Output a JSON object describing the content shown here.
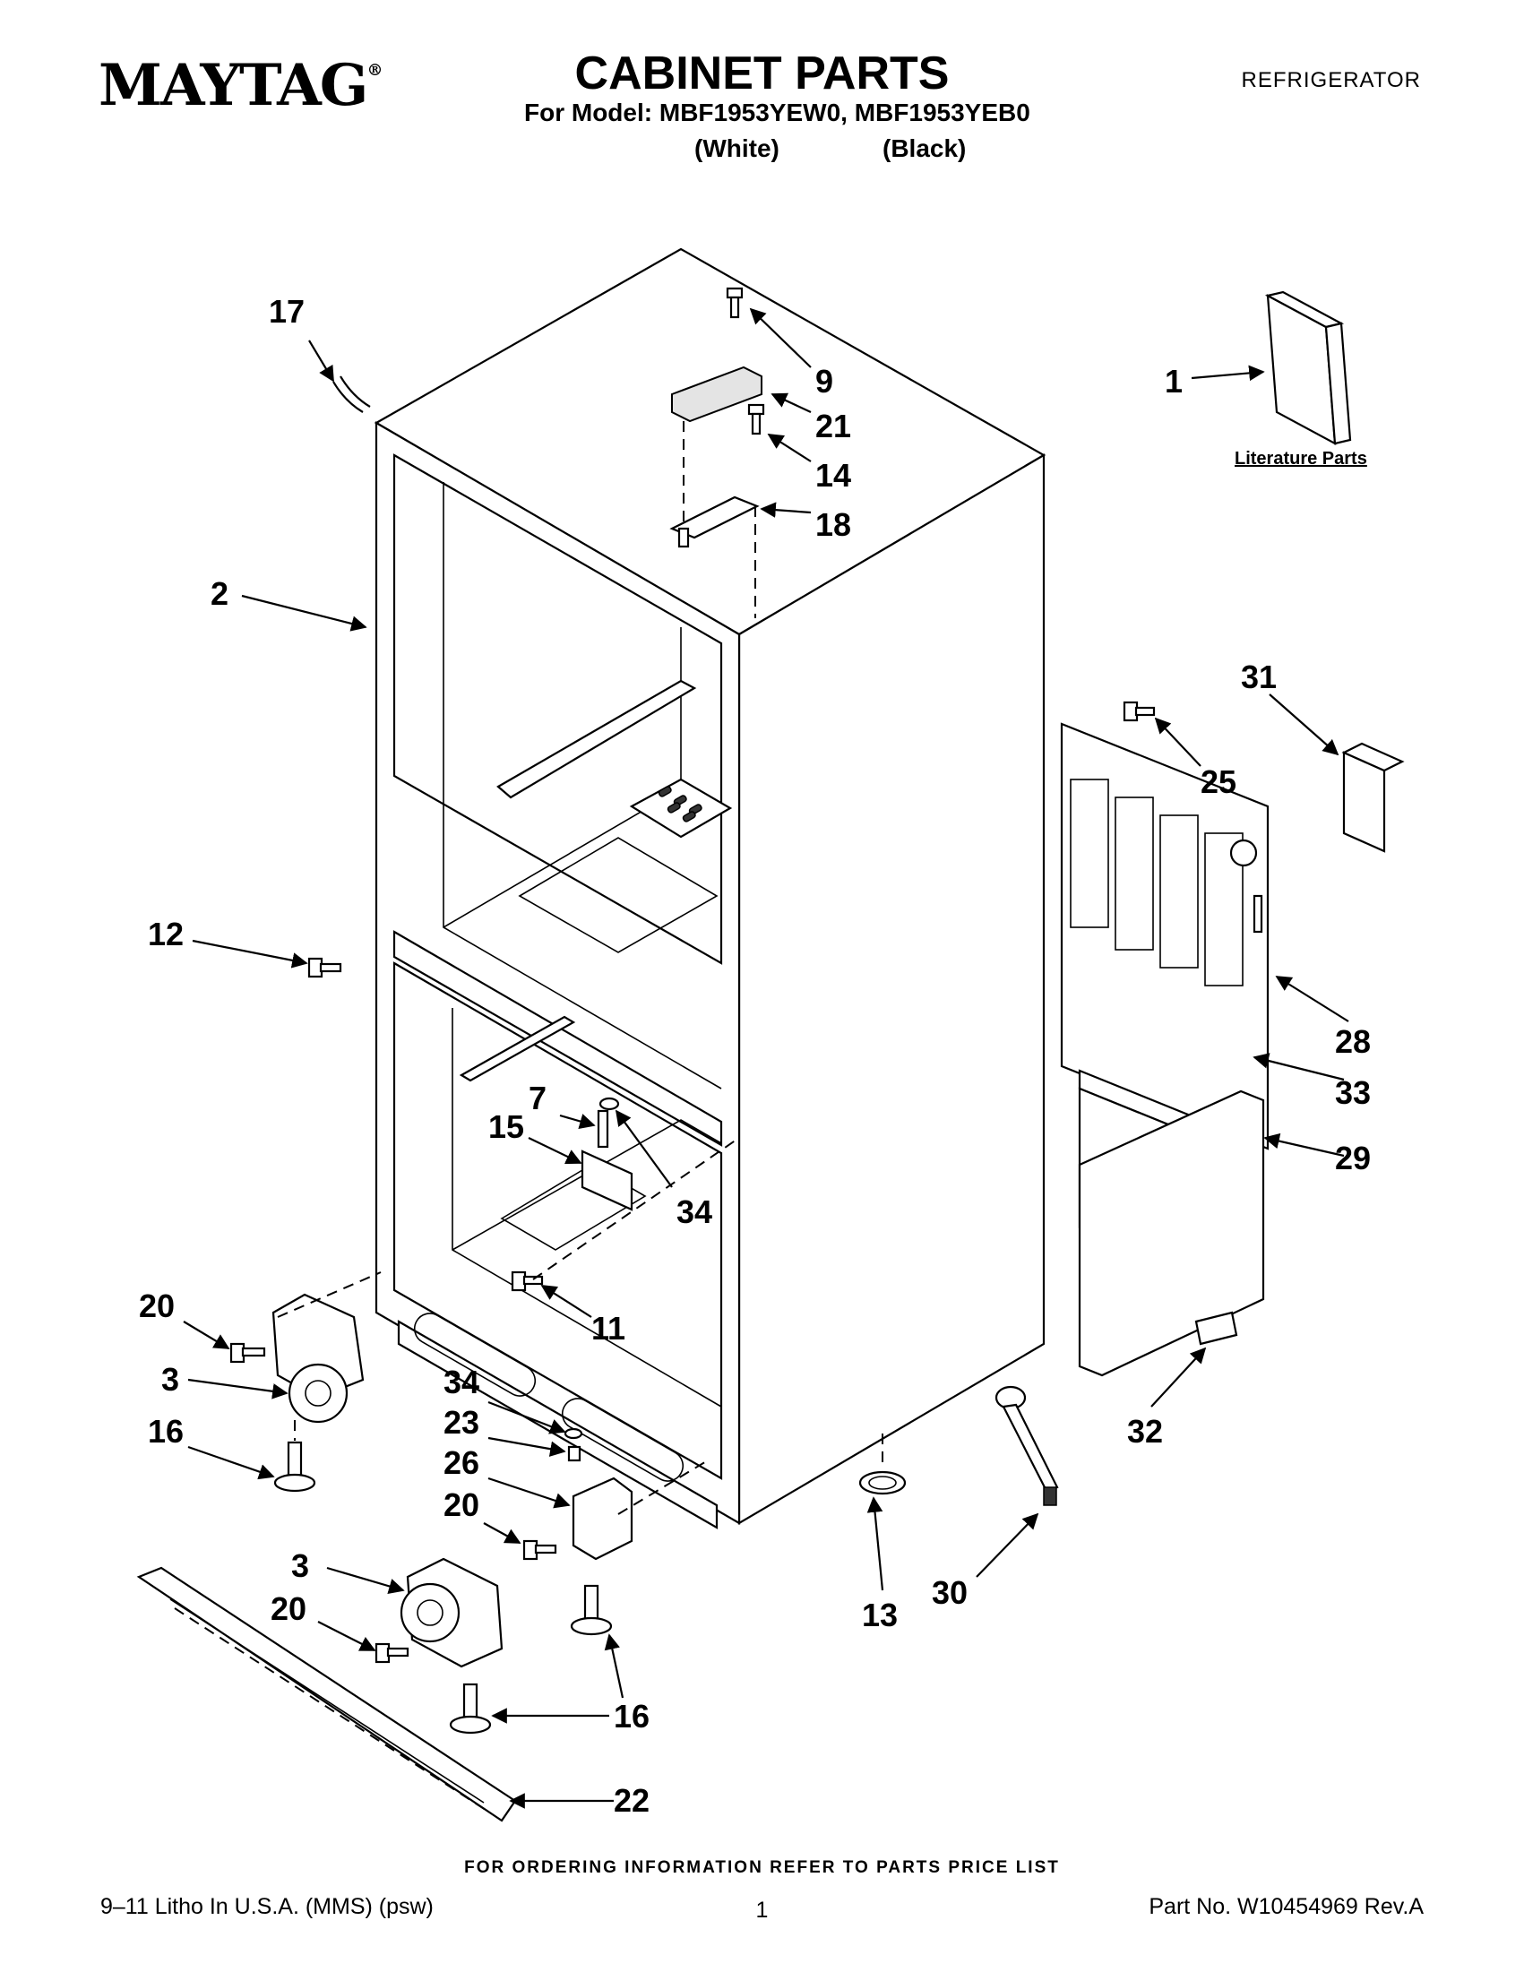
{
  "header": {
    "brand": "MAYTAG",
    "brand_mark": "®",
    "title": "CABINET PARTS",
    "category": "REFRIGERATOR",
    "model_line": "For Model: MBF1953YEW0, MBF1953YEB0",
    "variant_white": "(White)",
    "variant_black": "(Black)"
  },
  "diagram": {
    "literature_caption": "Literature Parts",
    "callouts": {
      "c17": "17",
      "c9": "9",
      "c21": "21",
      "c14": "14",
      "c18": "18",
      "c1": "1",
      "c2": "2",
      "c31": "31",
      "c25": "25",
      "c12": "12",
      "c28": "28",
      "c33": "33",
      "c7": "7",
      "c15": "15",
      "c34a": "34",
      "c29": "29",
      "c20a": "20",
      "c11": "11",
      "c3a": "3",
      "c34b": "34",
      "c23": "23",
      "c16a": "16",
      "c26": "26",
      "c20b": "20",
      "c32": "32",
      "c3b": "3",
      "c20c": "20",
      "c13": "13",
      "c30": "30",
      "c16b": "16",
      "c22": "22"
    }
  },
  "footer": {
    "order_info": "FOR ORDERING INFORMATION REFER TO PARTS PRICE LIST",
    "litho": "9–11 Litho In U.S.A. (MMS) (psw)",
    "page_number": "1",
    "part_number": "Part No. W10454969 Rev.A"
  }
}
